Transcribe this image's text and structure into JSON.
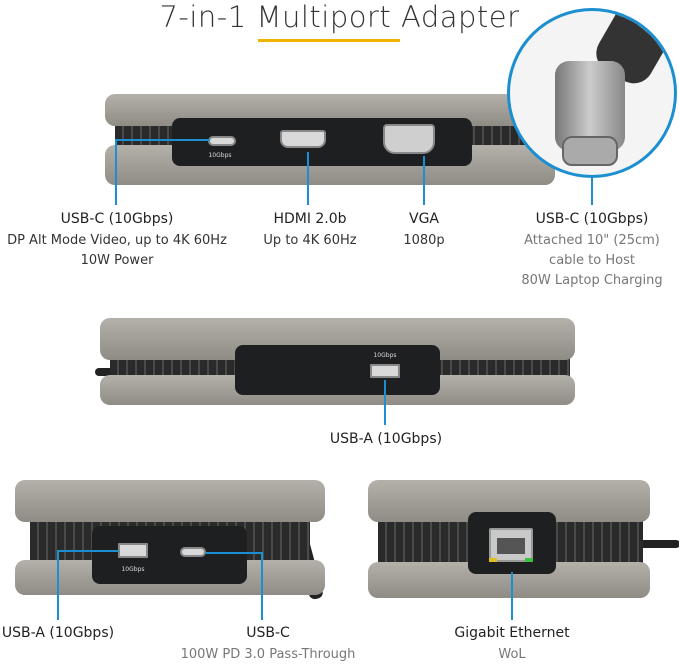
{
  "title": "7-in-1 Multiport Adapter",
  "colors": {
    "accent_underline": "#f0b400",
    "callout_blue": "#1b8fd0"
  },
  "top_view": {
    "port_label_10gbps": "10Gbps",
    "callouts": [
      {
        "name": "USB-C (10Gbps)",
        "lines": [
          "DP Alt Mode Video, up to 4K 60Hz",
          "10W Power"
        ]
      },
      {
        "name": "HDMI 2.0b",
        "lines": [
          "Up to 4K 60Hz"
        ]
      },
      {
        "name": "VGA",
        "lines": [
          "1080p"
        ]
      },
      {
        "name": "USB-C (10Gbps)",
        "lines": [
          "Attached 10\" (25cm)",
          "cable to Host",
          "80W Laptop Charging"
        ]
      }
    ]
  },
  "middle_view": {
    "port_label_10gbps": "10Gbps",
    "callout": {
      "name": "USB-A (10Gbps)"
    }
  },
  "bottom_left_view": {
    "port_label_10gbps": "10Gbps",
    "callouts": [
      {
        "name": "USB-A (10Gbps)"
      },
      {
        "name": "USB-C",
        "lines": [
          "100W PD 3.0 Pass-Through"
        ]
      }
    ]
  },
  "bottom_right_view": {
    "callout": {
      "name": "Gigabit Ethernet",
      "lines": [
        "WoL"
      ]
    }
  }
}
